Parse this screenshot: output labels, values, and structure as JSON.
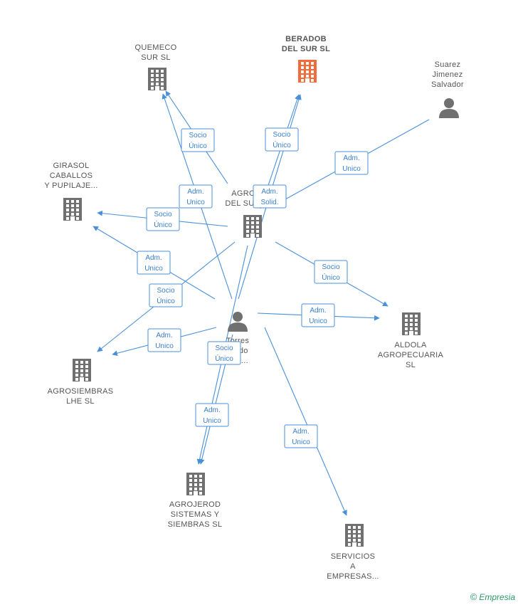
{
  "nodes": [
    {
      "id": "quemeco",
      "type": "company",
      "lines": [
        "QUEMECO",
        "SUR  SL"
      ],
      "focus": false
    },
    {
      "id": "beradob",
      "type": "company",
      "lines": [
        "BERADOB",
        "DEL SUR  SL"
      ],
      "focus": true
    },
    {
      "id": "suarez",
      "type": "person",
      "lines": [
        "Suarez",
        "Jimenez",
        "Salvador"
      ],
      "focus": false
    },
    {
      "id": "girasol",
      "type": "company",
      "lines": [
        "GIRASOL",
        "CABALLOS",
        "Y PUPILAJE..."
      ],
      "focus": false
    },
    {
      "id": "agrodelsur",
      "type": "company",
      "lines": [
        "AGRO",
        "DEL SU..."
      ],
      "focus": false
    },
    {
      "id": "torres",
      "type": "person",
      "lines": [
        "Torres",
        "...ado",
        "...to..."
      ],
      "focus": false
    },
    {
      "id": "aldola",
      "type": "company",
      "lines": [
        "ALDOLA",
        "AGROPECUARIA",
        "SL"
      ],
      "focus": false
    },
    {
      "id": "agrosiembras",
      "type": "company",
      "lines": [
        "AGROSIEMBRAS",
        "LHE  SL"
      ],
      "focus": false
    },
    {
      "id": "agrojerod",
      "type": "company",
      "lines": [
        "AGROJEROD",
        "SISTEMAS Y",
        "SIEMBRAS  SL"
      ],
      "focus": false
    },
    {
      "id": "servicios",
      "type": "company",
      "lines": [
        "SERVICIOS",
        "A",
        "EMPRESAS..."
      ],
      "focus": false
    }
  ],
  "edges": [
    {
      "from": "agrodelsur",
      "to": "quemeco",
      "lines": [
        "Socio",
        "Único"
      ]
    },
    {
      "from": "torres",
      "to": "quemeco",
      "lines": [
        "Adm.",
        "Unico"
      ]
    },
    {
      "from": "agrodelsur",
      "to": "beradob",
      "lines": [
        "Socio",
        "Único"
      ]
    },
    {
      "from": "torres",
      "to": "beradob",
      "lines": [
        "Adm.",
        "Solid."
      ]
    },
    {
      "from": "suarez",
      "to": "agrodelsur",
      "lines": [
        "Adm.",
        "Unico"
      ]
    },
    {
      "from": "agrodelsur",
      "to": "girasol",
      "lines": [
        "Socio",
        "Único"
      ]
    },
    {
      "from": "torres",
      "to": "girasol",
      "lines": [
        "Adm.",
        "Unico"
      ]
    },
    {
      "from": "agrodelsur",
      "to": "aldola",
      "lines": [
        "Socio",
        "Único"
      ]
    },
    {
      "from": "torres",
      "to": "aldola",
      "lines": [
        "Adm.",
        "Unico"
      ]
    },
    {
      "from": "agrodelsur",
      "to": "agrosiembras",
      "lines": [
        "Socio",
        "Único"
      ]
    },
    {
      "from": "torres",
      "to": "agrosiembras",
      "lines": [
        "Adm.",
        "Unico"
      ]
    },
    {
      "from": "agrodelsur",
      "to": "agrojerod",
      "lines": [
        "Socio",
        "Único"
      ]
    },
    {
      "from": "torres",
      "to": "agrojerod",
      "lines": [
        "Adm.",
        "Unico"
      ]
    },
    {
      "from": "torres",
      "to": "servicios",
      "lines": [
        "Adm.",
        "Unico"
      ]
    }
  ],
  "colors": {
    "focus": "#f26b3a",
    "node": "#707070",
    "edge": "#4a90d9"
  },
  "footer": {
    "copyright": "©",
    "brand": "Empresia"
  }
}
